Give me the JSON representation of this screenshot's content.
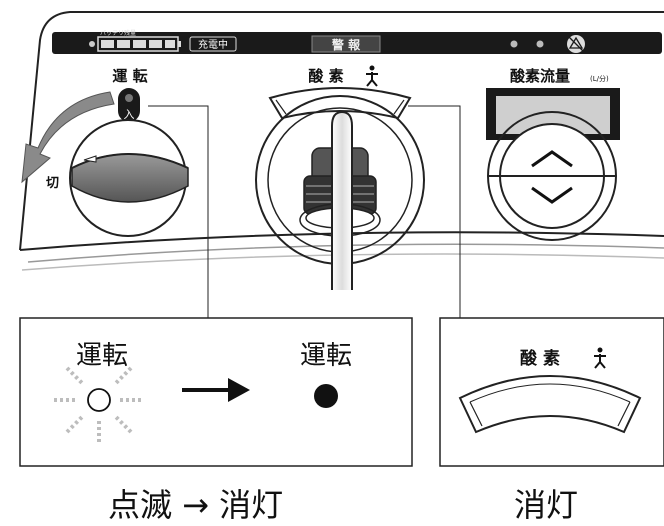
{
  "panel": {
    "battery_label": "バッテリ残量",
    "charging_label": "充電中",
    "alarm_label": "警 報",
    "power_label": "運 転",
    "power_on_label": "入",
    "power_off_label": "切",
    "oxygen_label": "酸 素",
    "flow_label": "酸素流量",
    "flow_unit": "(L/分)",
    "person_icon": "walking-person-icon",
    "mute_icon": "alarm-mute-icon",
    "up_icon": "chevron-up-icon",
    "down_icon": "chevron-down-icon"
  },
  "left_box": {
    "before_label": "運転",
    "after_label": "運転",
    "caption": "点滅 → 消灯"
  },
  "right_box": {
    "oxygen_label": "酸 素",
    "caption": "消灯"
  },
  "colors": {
    "panel_dark": "#1a1a1a",
    "knob_gray": "#6f6f6f",
    "arrow_gray": "#8a8a8a",
    "blink_ray": "#bdbdbd"
  }
}
